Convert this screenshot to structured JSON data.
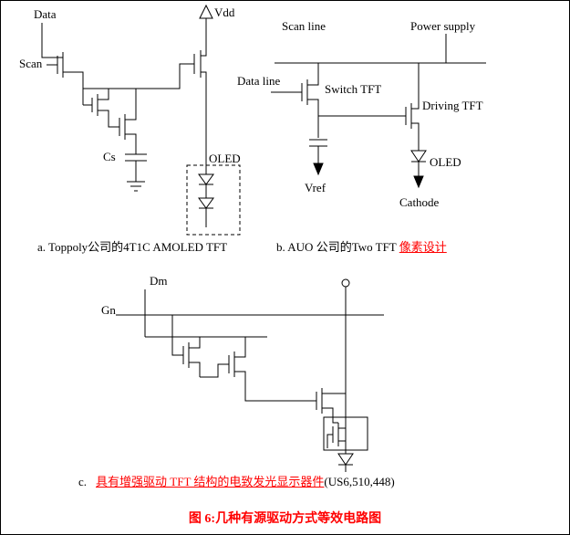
{
  "circuit_a": {
    "data_label": "Data",
    "vdd_label": "Vdd",
    "scan_label": "Scan",
    "cs_label": "Cs",
    "oled_label": "OLED",
    "caption": "a. Toppoly公司的4T1C AMOLED TFT"
  },
  "circuit_b": {
    "scan_line_label": "Scan line",
    "power_supply_label": "Power supply",
    "data_line_label": "Data line",
    "switch_tft_label": "Switch TFT",
    "driving_tft_label": "Driving TFT",
    "vref_label": "Vref",
    "oled_label": "OLED",
    "cathode_label": "Cathode",
    "caption_black": "b. AUO 公司的Two TFT ",
    "caption_red": "像素设计"
  },
  "circuit_c": {
    "dm_label": "Dm",
    "gn_label": "Gn",
    "caption_prefix": "c.",
    "caption_red": "具有增强驱动 TFT 结构的电致发光显示器件",
    "caption_suffix": "(US6,510,448)"
  },
  "figure_caption": "图 6:几种有源驱动方式等效电路图",
  "colors": {
    "line": "#000000",
    "accent_red": "#ff0000"
  }
}
